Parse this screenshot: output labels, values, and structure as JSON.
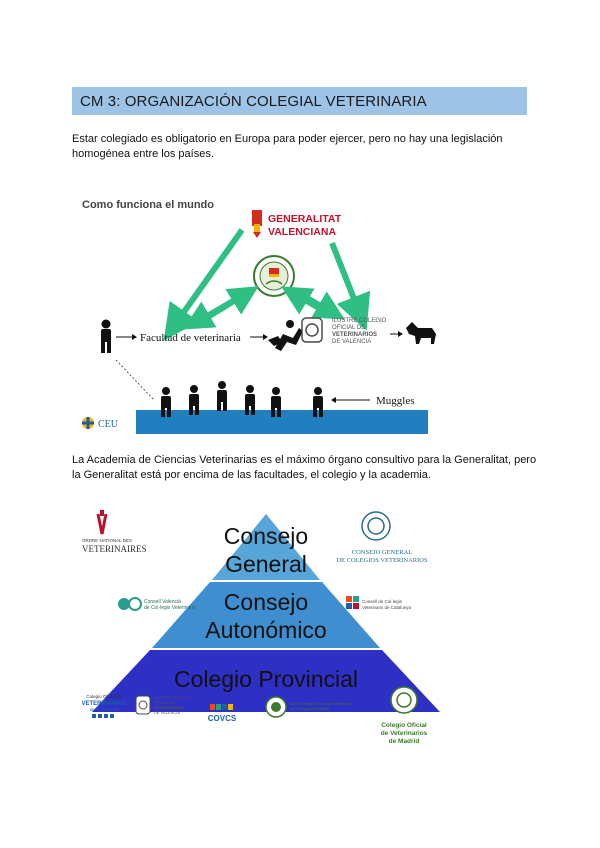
{
  "header": {
    "title": "CM 3: ORGANIZACIÓN COLEGIAL VETERINARIA"
  },
  "paragraphs": {
    "intro": "Estar colegiado es obligatorio en Europa para poder ejercer, pero no hay una legislación homogénea entre los países.",
    "academy": "La Academia de Ciencias Veterinarias es el máximo órgano consultivo para la Generalitat, pero la Generalitat está por encima de las facultades, el colegio y la academia."
  },
  "diagram": {
    "title": "Como funciona el mundo",
    "generalitat": [
      "GENERALITAT",
      "VALENCIANA"
    ],
    "facultad": "Facultad de veterinaria",
    "colegio": [
      "ILUSTRE COLEGIO",
      "OFICIAL DE",
      "VETERINARIOS",
      "DE VALENCIA"
    ],
    "muggles": "Muggles",
    "ceu": "CEU"
  },
  "pyramid": {
    "levels": [
      {
        "line1": "Consejo",
        "line2": "General"
      },
      {
        "line1": "Consejo",
        "line2": "Autonómico"
      },
      {
        "line1": "Colegio Provincial"
      }
    ],
    "logos": {
      "ordre": [
        "ORDRE NATIONAL DES",
        "VETERINAIRES"
      ],
      "consejo_general": [
        "CONSEJO GENERAL",
        "DE COLEGIOS VETERINARIOS"
      ],
      "consell_valencia": [
        "Consell Valencià",
        "de Col·legis Veterinaris"
      ],
      "catalunya": [
        "Consell de Col·legis",
        "Veterinaris de Catalunya"
      ],
      "alicante": [
        "Colegio Oficial de",
        "VETERINARIOS",
        "de ALICANTE"
      ],
      "valencia": [
        "ILUSTRE COLEGIO",
        "OFICIAL DE",
        "VETERINARIOS",
        "DE VALENCIA"
      ],
      "covcs": "COVCS",
      "murcia": [
        "Ilustre Colegio Oficial de Veterinarios",
        "de la Región de Murcia"
      ],
      "madrid": [
        "Colegio Oficial",
        "de Veterinarios",
        "de Madrid"
      ]
    }
  },
  "colors": {
    "header_bg": "#9dc3e6",
    "arrow_green": "#2fbf84",
    "ground_blue": "#1f7fbf",
    "pyramid_top": "#57a5d9",
    "pyramid_mid": "#3f8ed0",
    "pyramid_bottom": "#2d2fc5"
  }
}
